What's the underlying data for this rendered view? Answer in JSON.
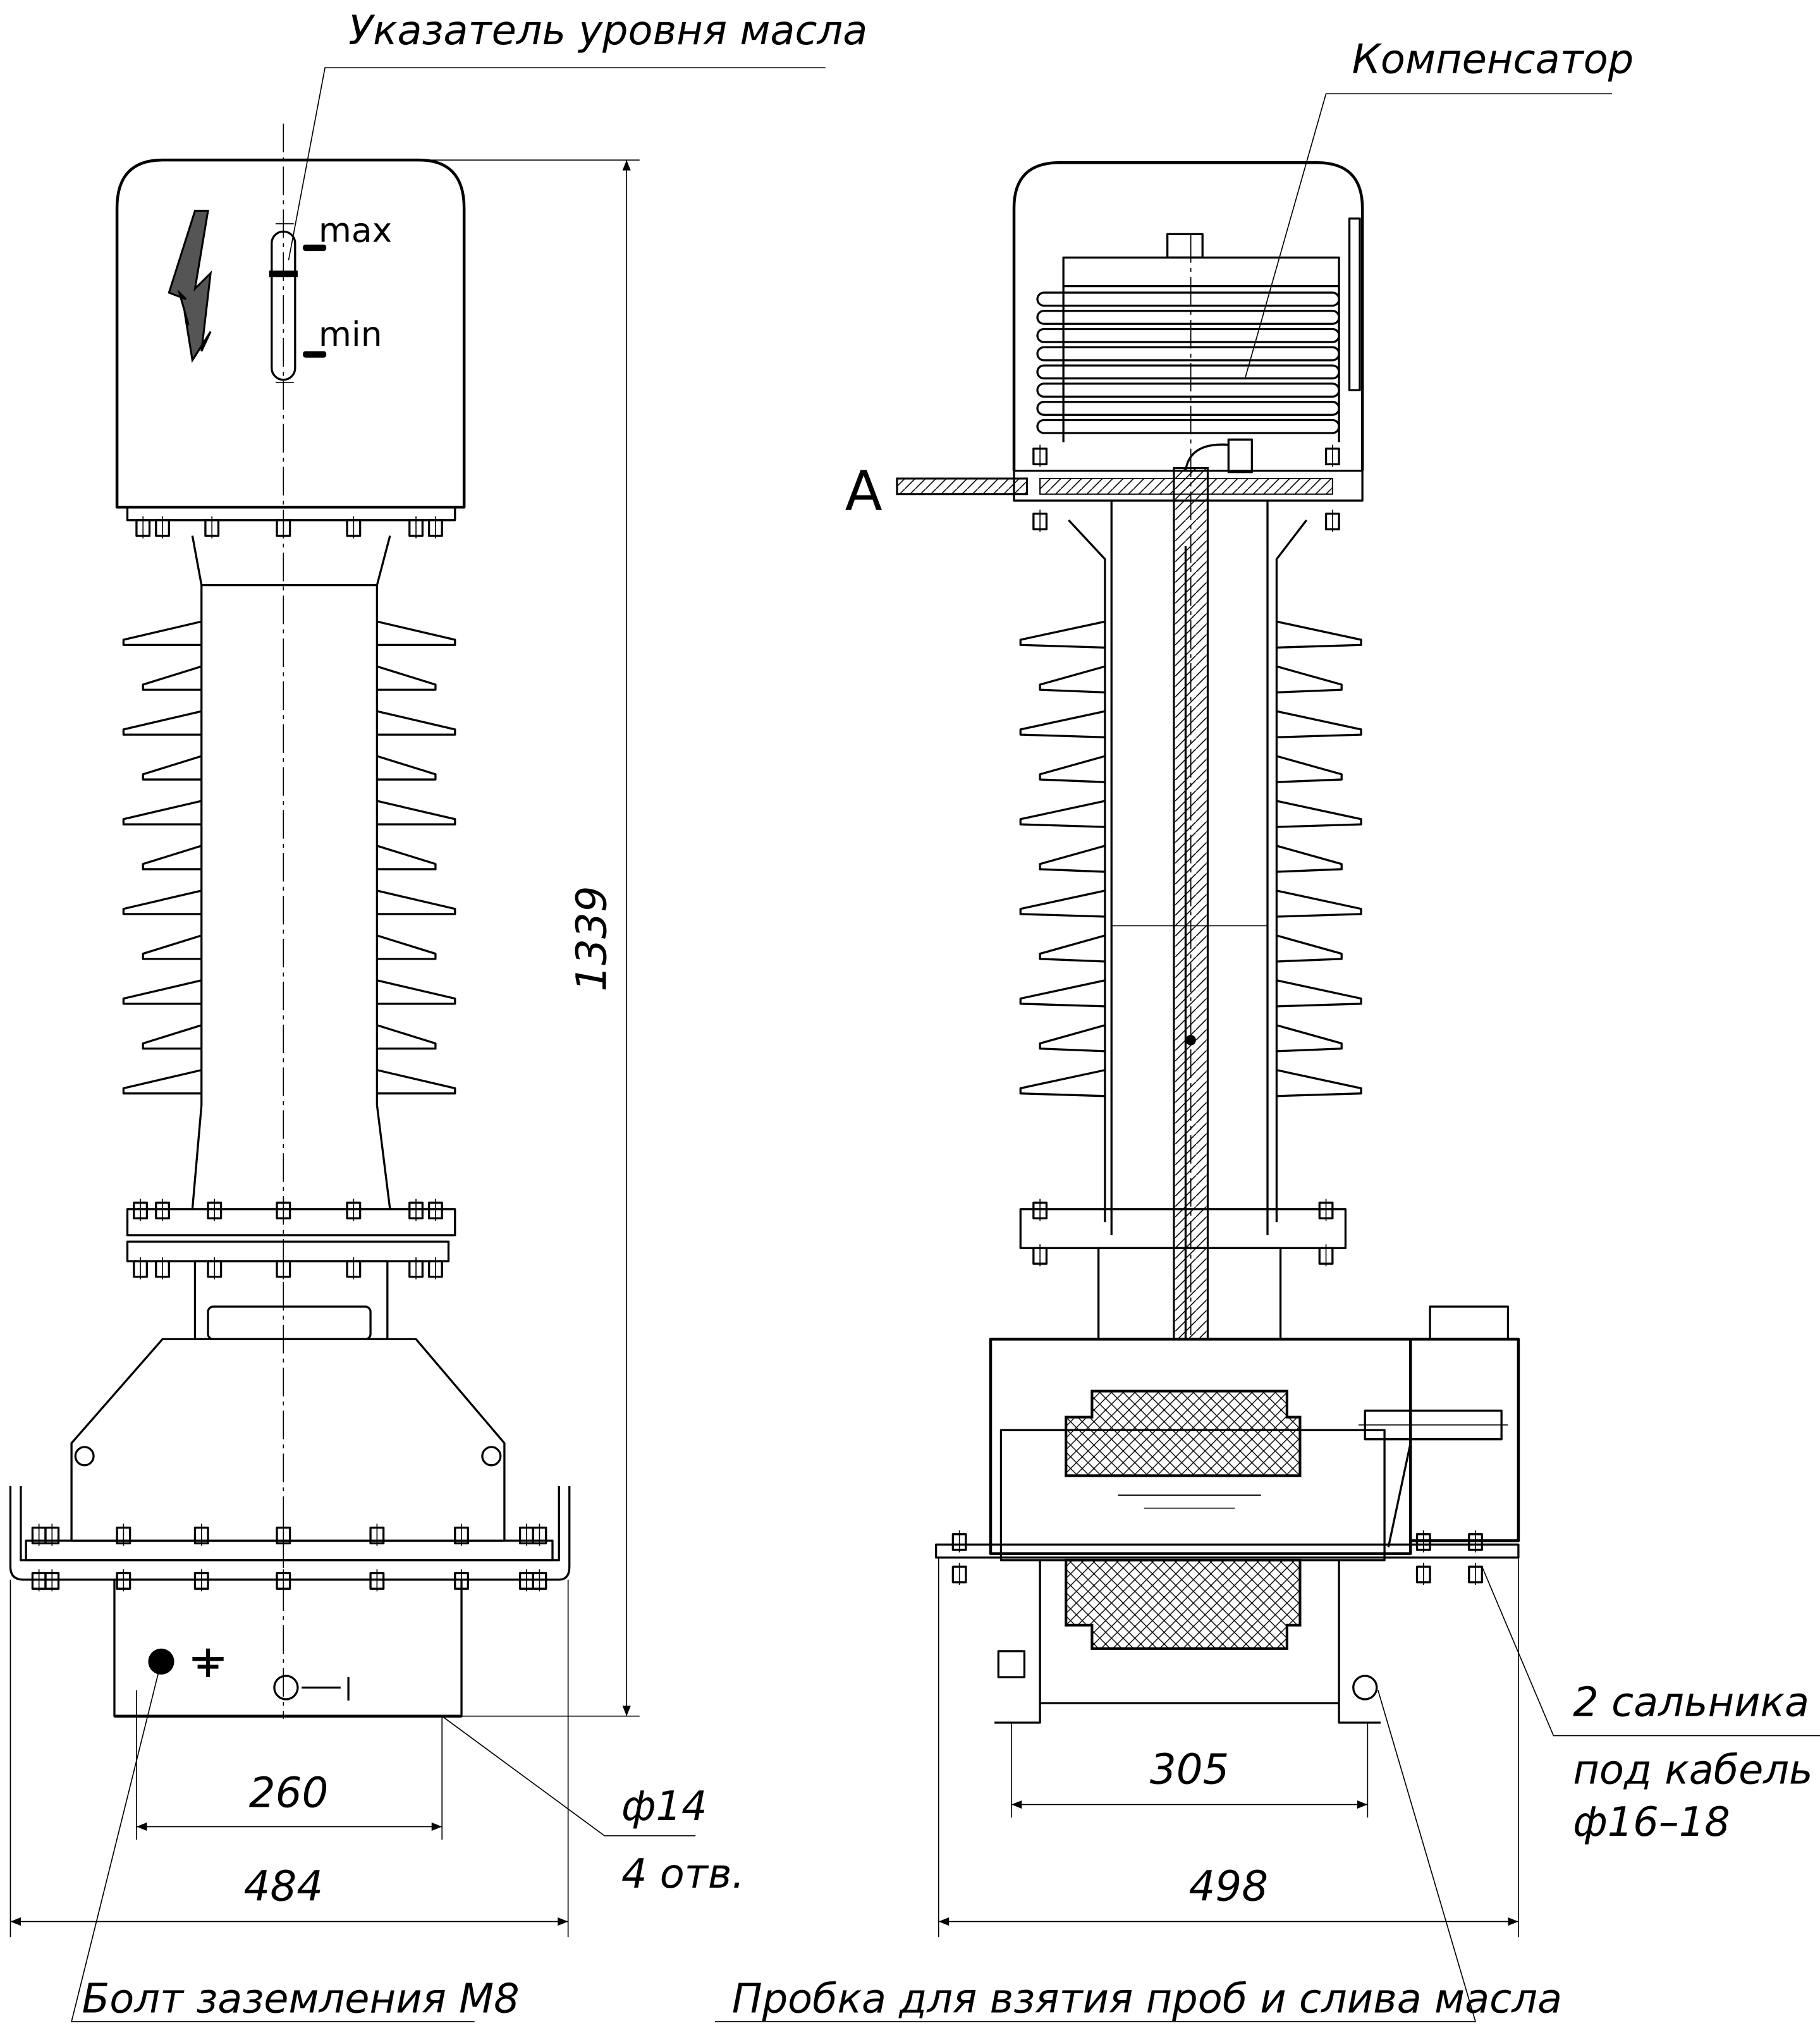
{
  "labels": {
    "oil_level_indicator": "Указатель уровня масла",
    "compensator": "Компенсатор",
    "gauge_max": "max",
    "gauge_min": "min",
    "section_marker": "A",
    "hole_diameter": "ф14",
    "hole_count": "4 отв.",
    "glands_line1": "2 сальника",
    "glands_line2": "под кабель",
    "glands_line3": "ф16–18",
    "earthing_bolt": "Болт заземления М8",
    "drain_plug": "Пробка для взятия проб и слива масла"
  },
  "dimensions": {
    "height": "1339",
    "left_bolt_spacing": "260",
    "left_width": "484",
    "right_bolt_spacing": "305",
    "right_width": "498"
  },
  "colors": {
    "line": "#000000",
    "lightning_fill": "#555555",
    "background": "#ffffff"
  }
}
